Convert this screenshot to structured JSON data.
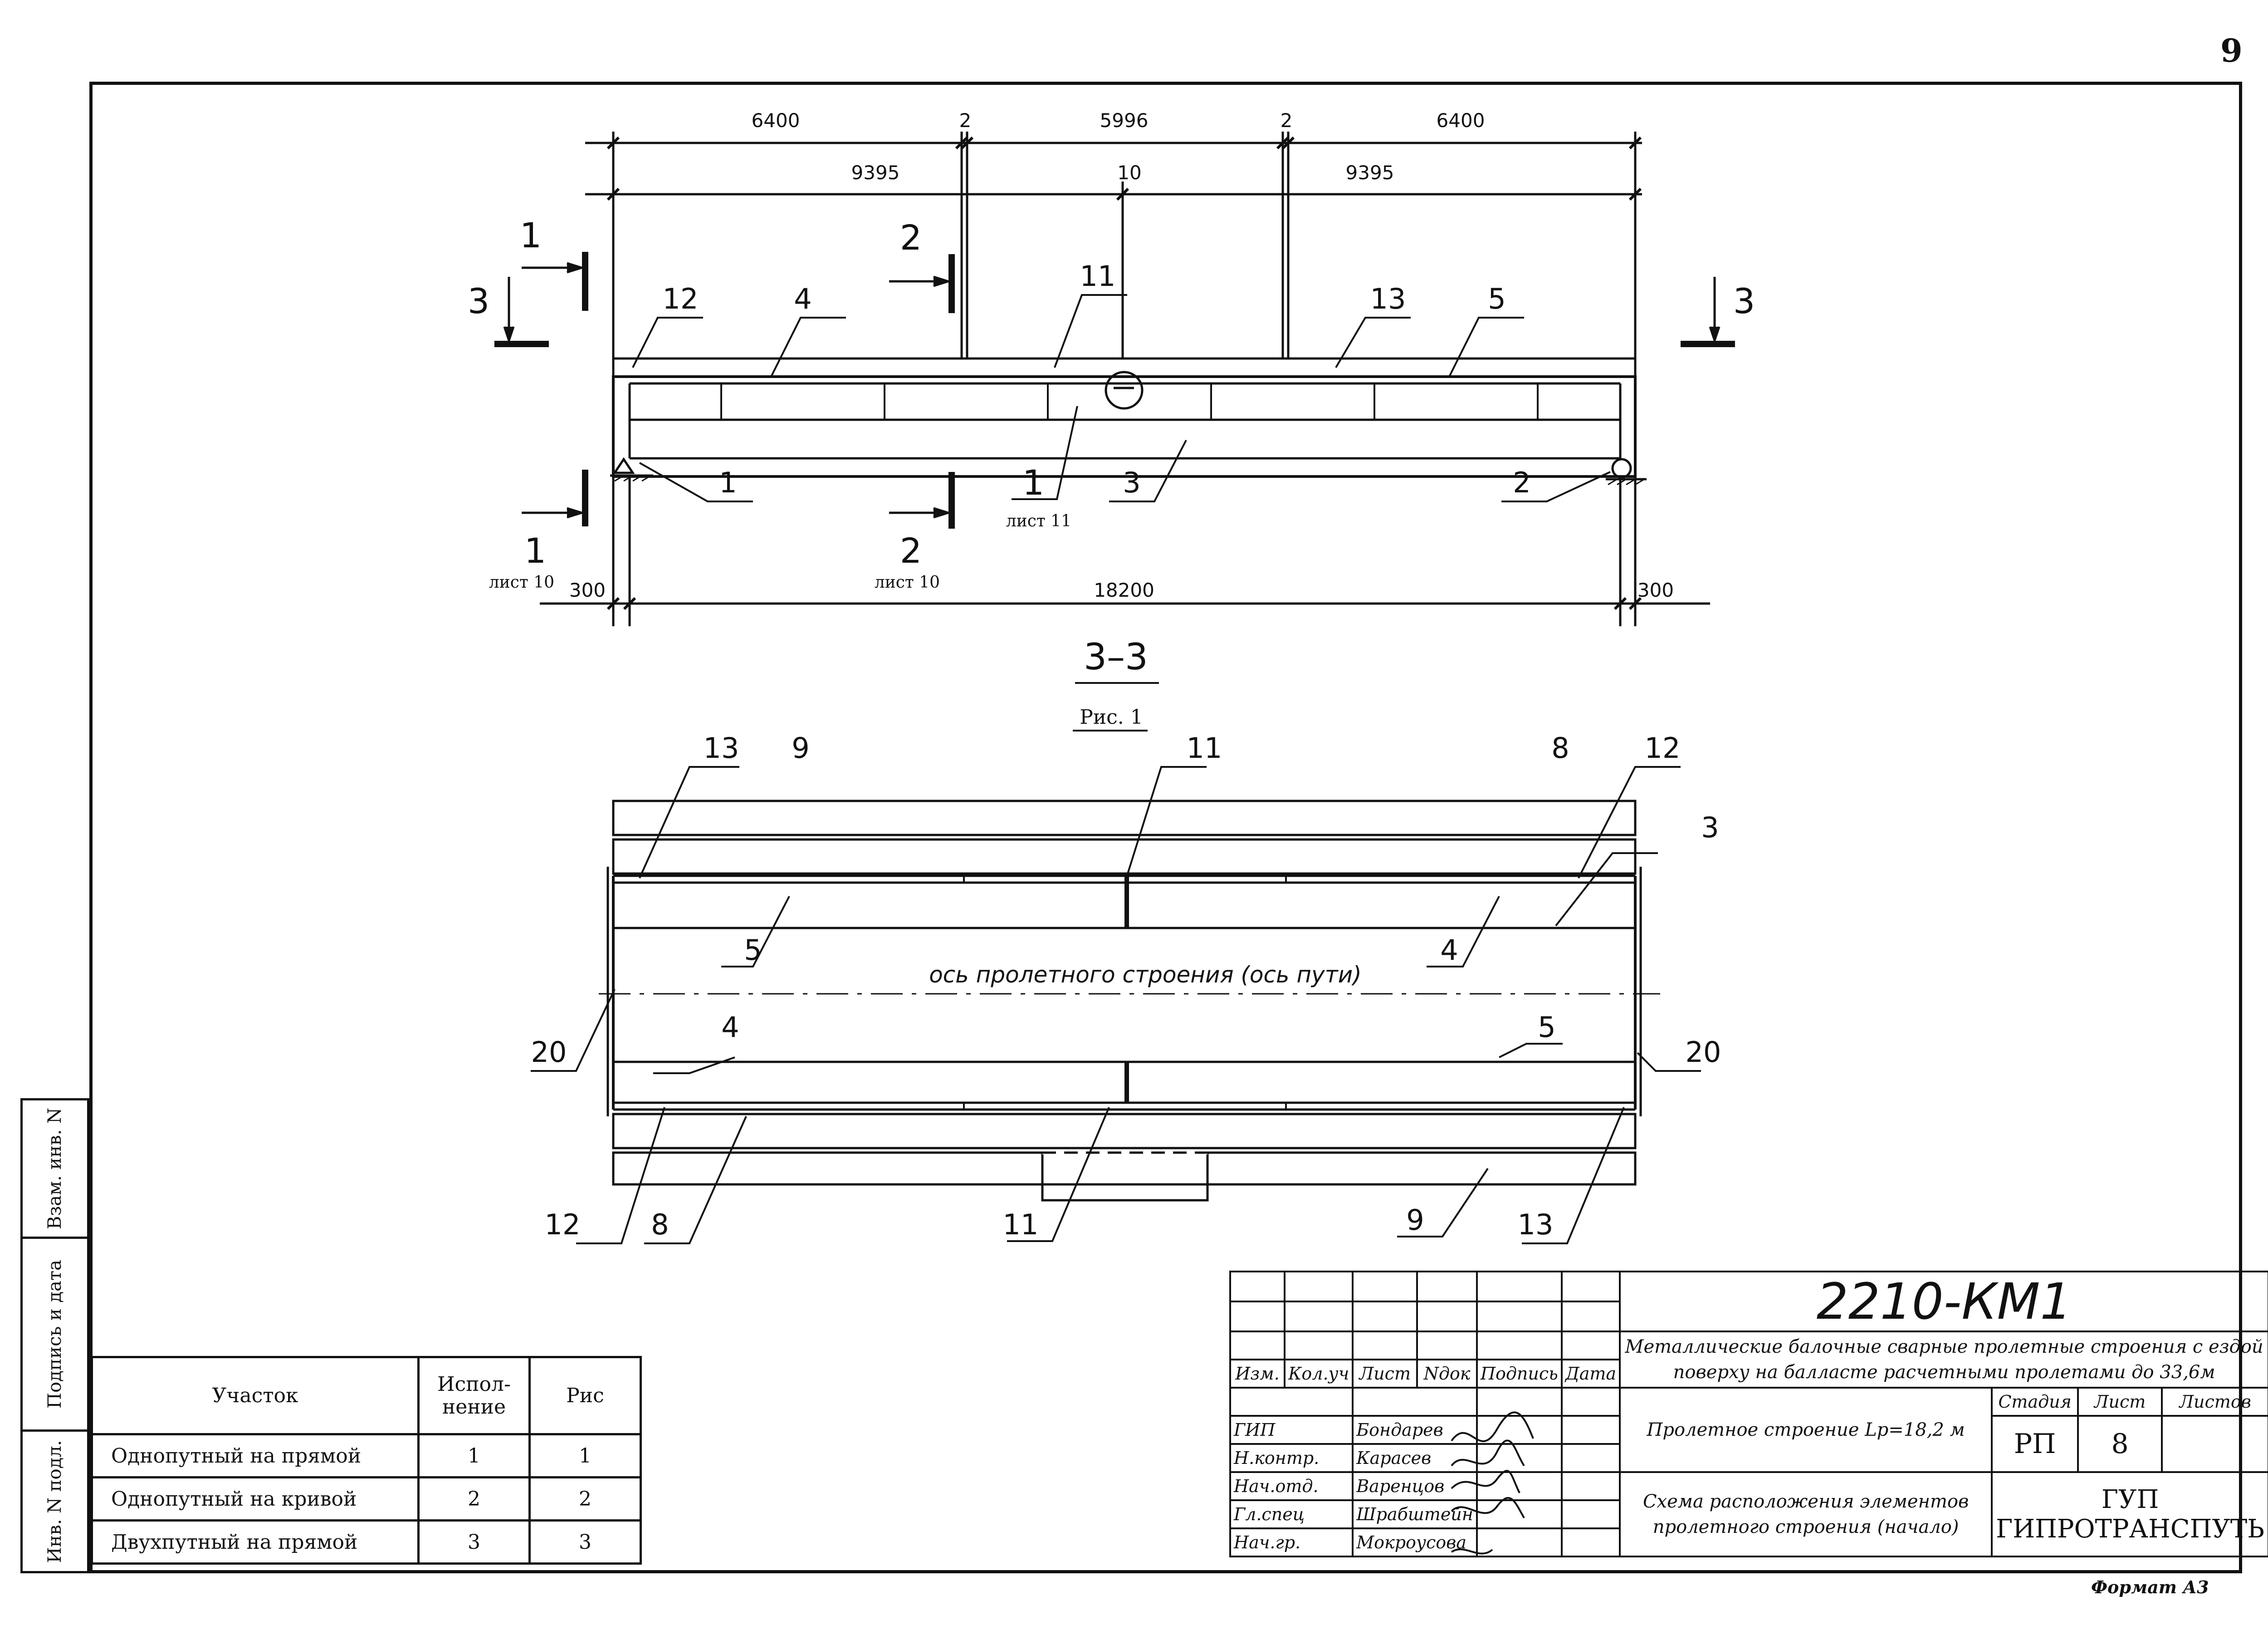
{
  "page_number": "9",
  "elevation": {
    "dims_top": [
      "6400",
      "2",
      "5996",
      "2",
      "6400"
    ],
    "dims_second": [
      "9395",
      "10",
      "9395"
    ],
    "dims_bottom": [
      "300",
      "18200",
      "300"
    ],
    "section_marks": {
      "s1": "1",
      "s2": "2",
      "s3": "3"
    },
    "sheet_refs": {
      "s1": "лист 10",
      "s2": "лист 10",
      "node": "лист 11"
    },
    "node_label": "1",
    "callouts": [
      "12",
      "4",
      "11",
      "13",
      "5",
      "1",
      "3",
      "2"
    ]
  },
  "plan": {
    "section_title": "3–3",
    "figure_caption": "Рис. 1",
    "axis_label": "ось пролетного строения (ось пути)",
    "callouts": [
      "13",
      "9",
      "11",
      "8",
      "12",
      "3",
      "5",
      "4",
      "20",
      "4",
      "5",
      "20",
      "12",
      "8",
      "11",
      "9",
      "13"
    ]
  },
  "side_strip": {
    "vzam": "Взам. инв. N",
    "podpis": "Подпись и дата",
    "inv": "Инв. N подл."
  },
  "legend": {
    "headers": [
      "Участок",
      "Испол-\nнение",
      "Рис"
    ],
    "rows": [
      [
        "Однопутный на прямой",
        "1",
        "1"
      ],
      [
        "Однопутный на кривой",
        "2",
        "2"
      ],
      [
        "Двухпутный на прямой",
        "3",
        "3"
      ]
    ]
  },
  "title_block": {
    "code": "2210-КМ1",
    "series_title": "Металлические балочные сварные пролетные строения с ездой поверху на балласте расчетными пролетами до 33,6м",
    "col_headers": [
      "Изм.",
      "Кол.уч",
      "Лист",
      "Nдок",
      "Подпись",
      "Дата"
    ],
    "staff": [
      {
        "role": "ГИП",
        "name": "Бондарев"
      },
      {
        "role": "Н.контр.",
        "name": "Карасев"
      },
      {
        "role": "Нач.отд.",
        "name": "Варенцов"
      },
      {
        "role": "Гл.спец",
        "name": "Шрабштейн"
      },
      {
        "role": "Нач.гр.",
        "name": "Мокроусова"
      }
    ],
    "object_name": "Пролетное строение Lp=18,2 м",
    "sheet_name": "Схема расположения элементов пролетного строения (начало)",
    "stage_header": "Стадия",
    "sheet_header": "Лист",
    "sheets_header": "Листов",
    "stage": "РП",
    "sheet": "8",
    "sheets": "",
    "org": "ГУП ГИПРОТРАНСПУТЬ"
  },
  "format_label": "Формат А3"
}
